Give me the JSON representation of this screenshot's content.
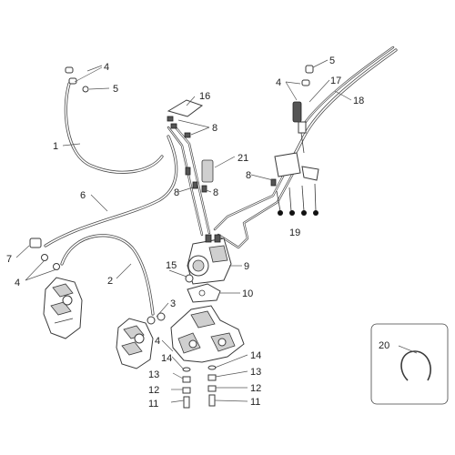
{
  "labels": {
    "l1": "1",
    "l2": "2",
    "l3": "3",
    "l4a": "4",
    "l4b": "4",
    "l4c": "4",
    "l4d": "4",
    "l5a": "5",
    "l5b": "5",
    "l6": "6",
    "l7": "7",
    "l8a": "8",
    "l8b": "8",
    "l8c": "8",
    "l8d": "8",
    "l9": "9",
    "l10": "10",
    "l11a": "11",
    "l11b": "11",
    "l12a": "12",
    "l12b": "12",
    "l13a": "13",
    "l13b": "13",
    "l14a": "14",
    "l14b": "14",
    "l15": "15",
    "l16": "16",
    "l17": "17",
    "l18": "18",
    "l19": "19",
    "l20": "20",
    "l21": "21"
  }
}
